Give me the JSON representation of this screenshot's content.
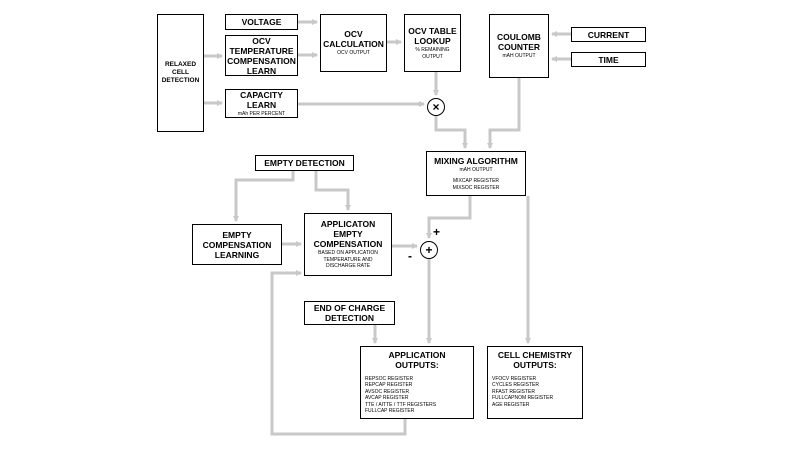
{
  "colors": {
    "wire": "#c8c8c8",
    "box_border": "#000000",
    "background": "#ffffff"
  },
  "blocks": {
    "relaxed_cell": "RELAXED\nCELL\nDETECTION",
    "voltage": "VOLTAGE",
    "ocv_temp": "OCV\nTEMPERATURE\nCOMPENSATION\nLEARN",
    "capacity": {
      "title": "CAPACITY LEARN",
      "sub": "mAh PER PERCENT"
    },
    "ocv_calc": {
      "title": "OCV\nCALCULATION",
      "sub": "OCV OUTPUT"
    },
    "ocv_table": {
      "title": "OCV TABLE\nLOOKUP",
      "sub": "% REMAINING\nOUTPUT"
    },
    "coulomb": {
      "title": "COULOMB\nCOUNTER",
      "sub": "mAH OUTPUT"
    },
    "current": "CURRENT",
    "time": "TIME",
    "mixing": {
      "title": "MIXING ALGORITHM",
      "sub": "mAH OUTPUT",
      "regs": [
        "MIXCAP REGISTER",
        "MIXSOC REGISTER"
      ]
    },
    "empty_detection": "EMPTY DETECTION",
    "empty_comp_learning": "EMPTY\nCOMPENSATION\nLEARNING",
    "app_empty_comp": {
      "title": "APPLICATON\nEMPTY\nCOMPENSATION",
      "sub": "BASED ON APPLICATION\nTEMPERATURE AND\nDISCHARGE RATE"
    },
    "end_of_charge": "END OF CHARGE\nDETECTION",
    "app_outputs": {
      "title": "APPLICATION\nOUTPUTS:",
      "regs": [
        "REPSOC REGISTER",
        "REPCAP REGISTER",
        "AVSOC REGISTER",
        "AVCAP REGISTER",
        "TTE / AITTE / TTF REGISTERS",
        "FULLCAP REGISTER"
      ]
    },
    "cell_chem": {
      "title": "CELL CHEMISTRY\nOUTPUTS:",
      "regs": [
        "VFOCV REGISTER",
        "CYCLES REGISTER",
        "RFAST REGISTER",
        "FULLCAPNOM REGISTER",
        "AGE REGISTER"
      ]
    }
  },
  "nodes": {
    "multiply": "×",
    "sum": "+",
    "sum_plus": "+",
    "sum_minus": "-"
  }
}
